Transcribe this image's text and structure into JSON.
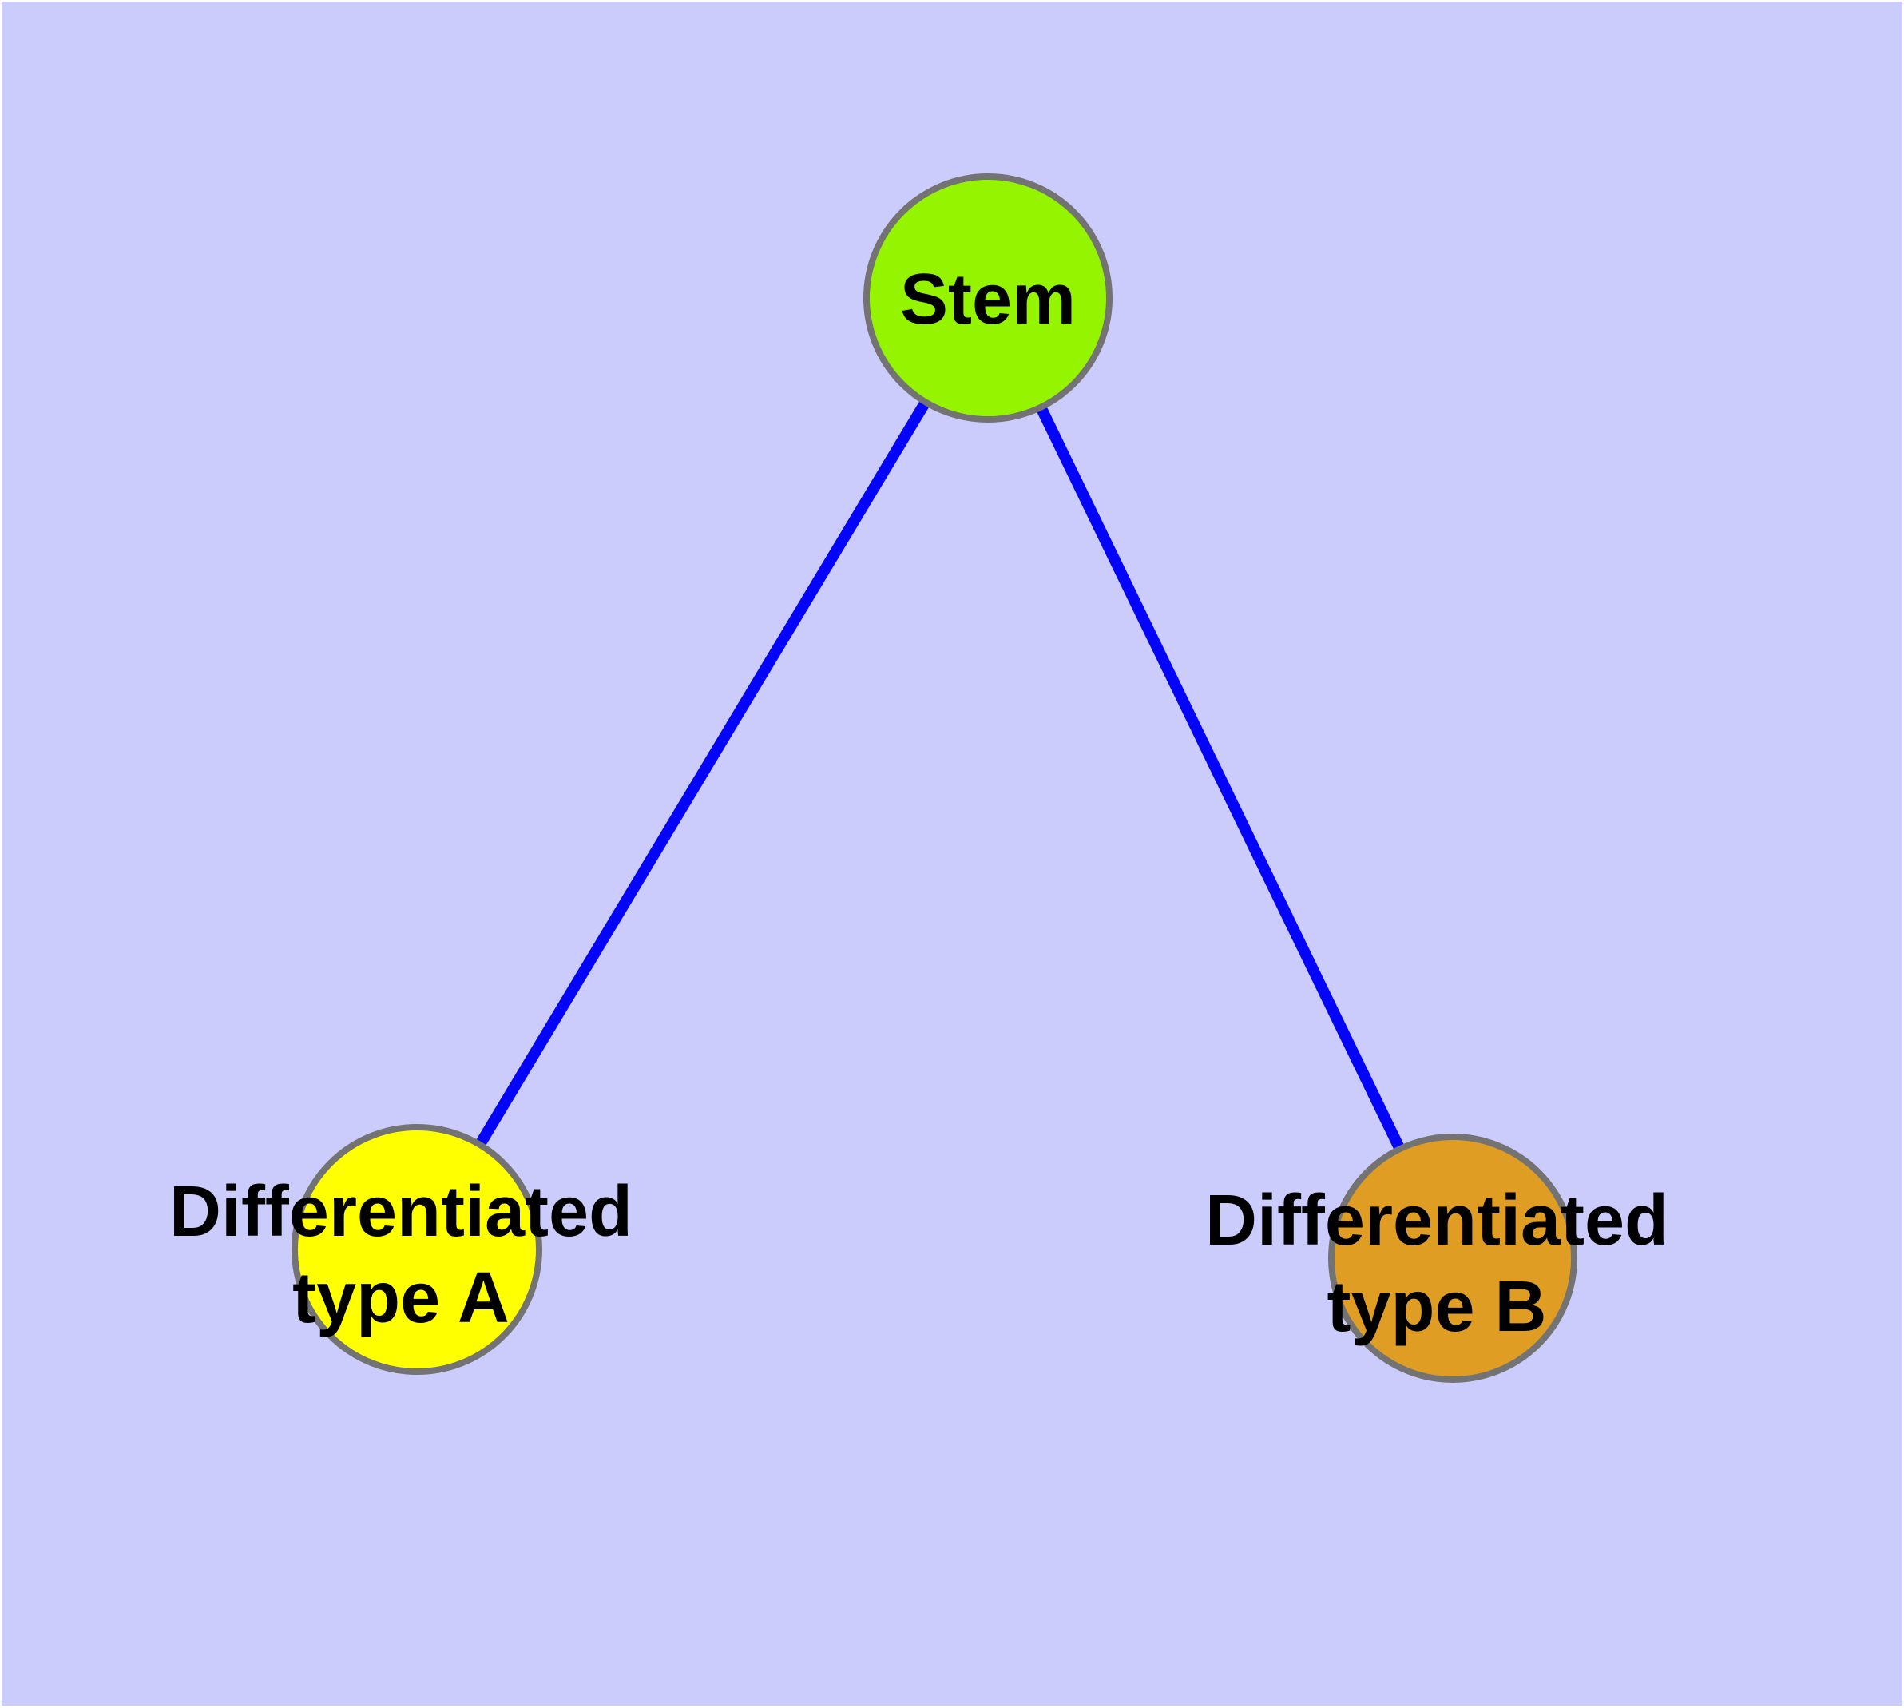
{
  "diagram": {
    "background_color": "#CBCBFC",
    "edge_color": "#0404F8",
    "node_border_color": "#737373",
    "label_color": "#000000",
    "nodes": [
      {
        "id": "stem",
        "label": "Stem",
        "label_lines": [
          "Stem"
        ],
        "fill": "#95F500"
      },
      {
        "id": "differentiated-type-a",
        "label": "Differentiated type A",
        "label_lines": [
          "Differentiated",
          "type A"
        ],
        "fill": "#FFFF00"
      },
      {
        "id": "differentiated-type-b",
        "label": "Differentiated type B",
        "label_lines": [
          "Differentiated",
          "type B"
        ],
        "fill": "#E09D24"
      }
    ],
    "edges": [
      {
        "from": "stem",
        "to": "differentiated-type-a"
      },
      {
        "from": "stem",
        "to": "differentiated-type-b"
      }
    ]
  }
}
